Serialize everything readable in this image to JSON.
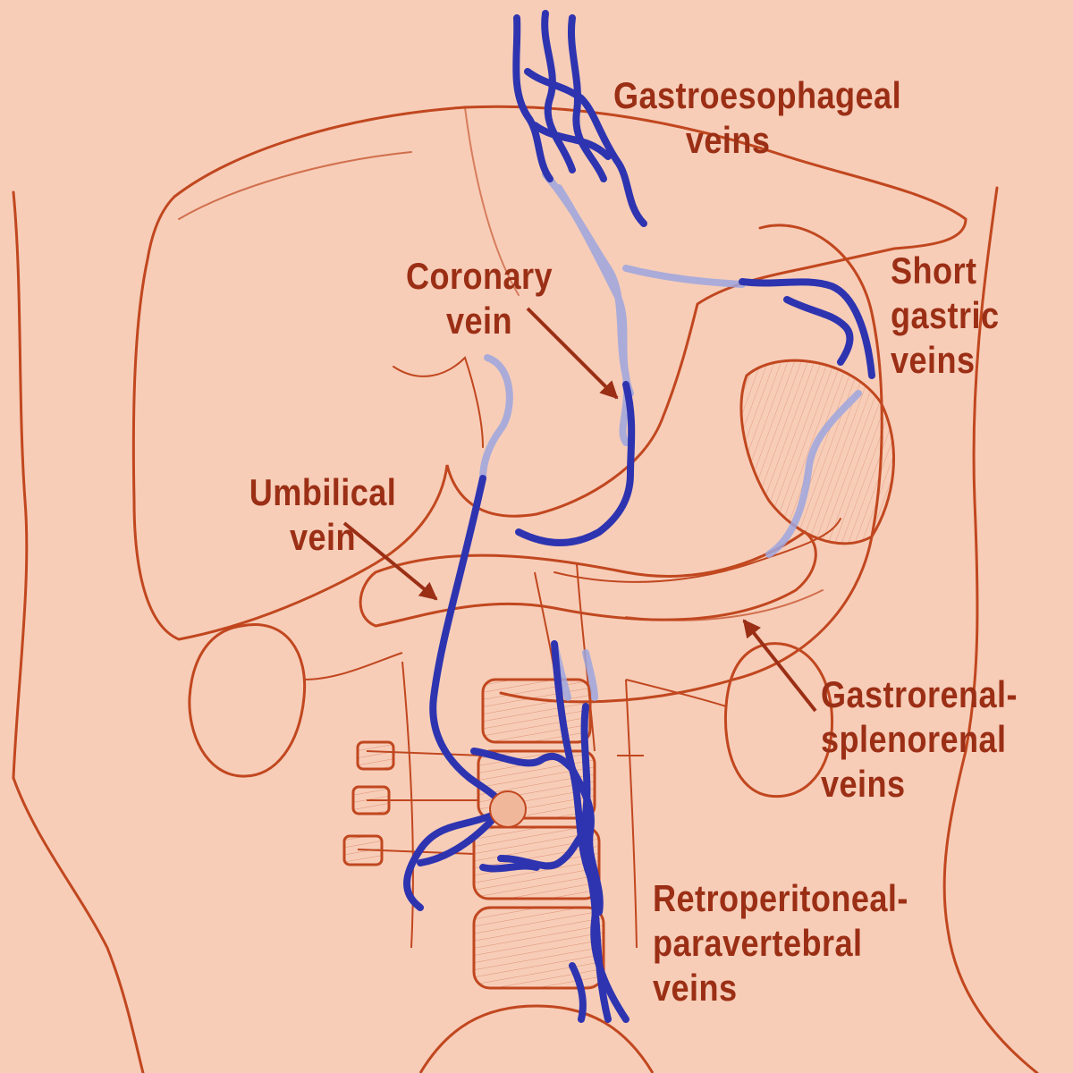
{
  "colors": {
    "background": "#f7cdb8",
    "sketch": "#c1471f",
    "vein": "#2e34b0",
    "vein_faded": "#9da6de",
    "label": "#9b2f15"
  },
  "labels": {
    "gastroesophageal": {
      "line1": "Gastroesophageal",
      "line2": "veins"
    },
    "coronary": {
      "line1": "Coronary",
      "line2": "vein"
    },
    "short_gastric": {
      "line1": "Short",
      "line2": "gastric",
      "line3": "veins"
    },
    "umbilical": {
      "line1": "Umbilical",
      "line2": "vein"
    },
    "gastrorenal": {
      "line1": "Gastrorenal-",
      "line2": "splenorenal",
      "line3": "veins"
    },
    "retroperitoneal": {
      "line1": "Retroperitoneal-",
      "line2": "paravertebral",
      "line3": "veins"
    }
  }
}
